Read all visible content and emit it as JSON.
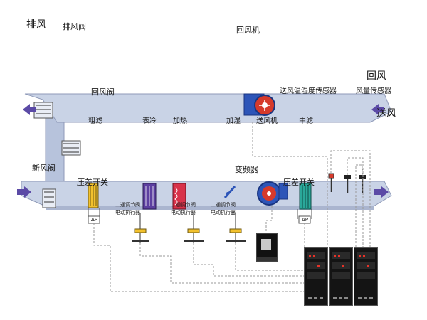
{
  "labels": {
    "exhaust": "排风",
    "exhaust_damper": "排风阀",
    "return_fan": "回风机",
    "return_air": "回风",
    "return_air_damper": "回风阀",
    "supply_th_sensor": "送风温湿度传感器",
    "airflow_sensor": "风量传感器",
    "supply_air": "送风",
    "coarse_filter": "粗滤",
    "cooling": "表冷",
    "heating": "加热",
    "humidify": "加湿",
    "supply_fan": "送风机",
    "medium_filter": "中滤",
    "fresh_air_damper": "新风阀",
    "vfd": "变频器",
    "dp_switch_1": "压差开关",
    "dp_switch_2": "压差开关",
    "valve_1_top": "二通调节阀",
    "valve_1_bottom": "电动执行器",
    "valve_2_top": "二通调节阀",
    "valve_2_bottom": "电动执行器",
    "valve_3_top": "二通调节阀",
    "valve_3_bottom": "电动执行器",
    "dp_symbol_1": "ΔP",
    "dp_symbol_2": "ΔP"
  },
  "colors": {
    "duct_fill": "#c9d3e6",
    "duct_edge": "#8f9ab8",
    "arrow": "#5b4aa6",
    "fan_blue": "#2d55b8",
    "fan_red": "#d63a2b",
    "filter_yellow": "#f2c12e",
    "filter_dark": "#1f2a44",
    "heater_red": "#d8324a",
    "humidifier_teal": "#2aa89a",
    "coil_purple": "#5c3fa0",
    "control_wire": "#9a9a9a",
    "panel_black": "#141414",
    "led_red": "#e63228"
  },
  "icons": {
    "fan": "centrifugal-fan-icon",
    "filter": "filter-icon",
    "coil": "coil-icon",
    "valve": "two-way-valve-icon",
    "damper": "damper-icon",
    "inverter": "vfd-icon",
    "controller": "controller-panel-icon",
    "sensor": "sensor-probe-icon",
    "dp": "pressure-switch-icon"
  }
}
